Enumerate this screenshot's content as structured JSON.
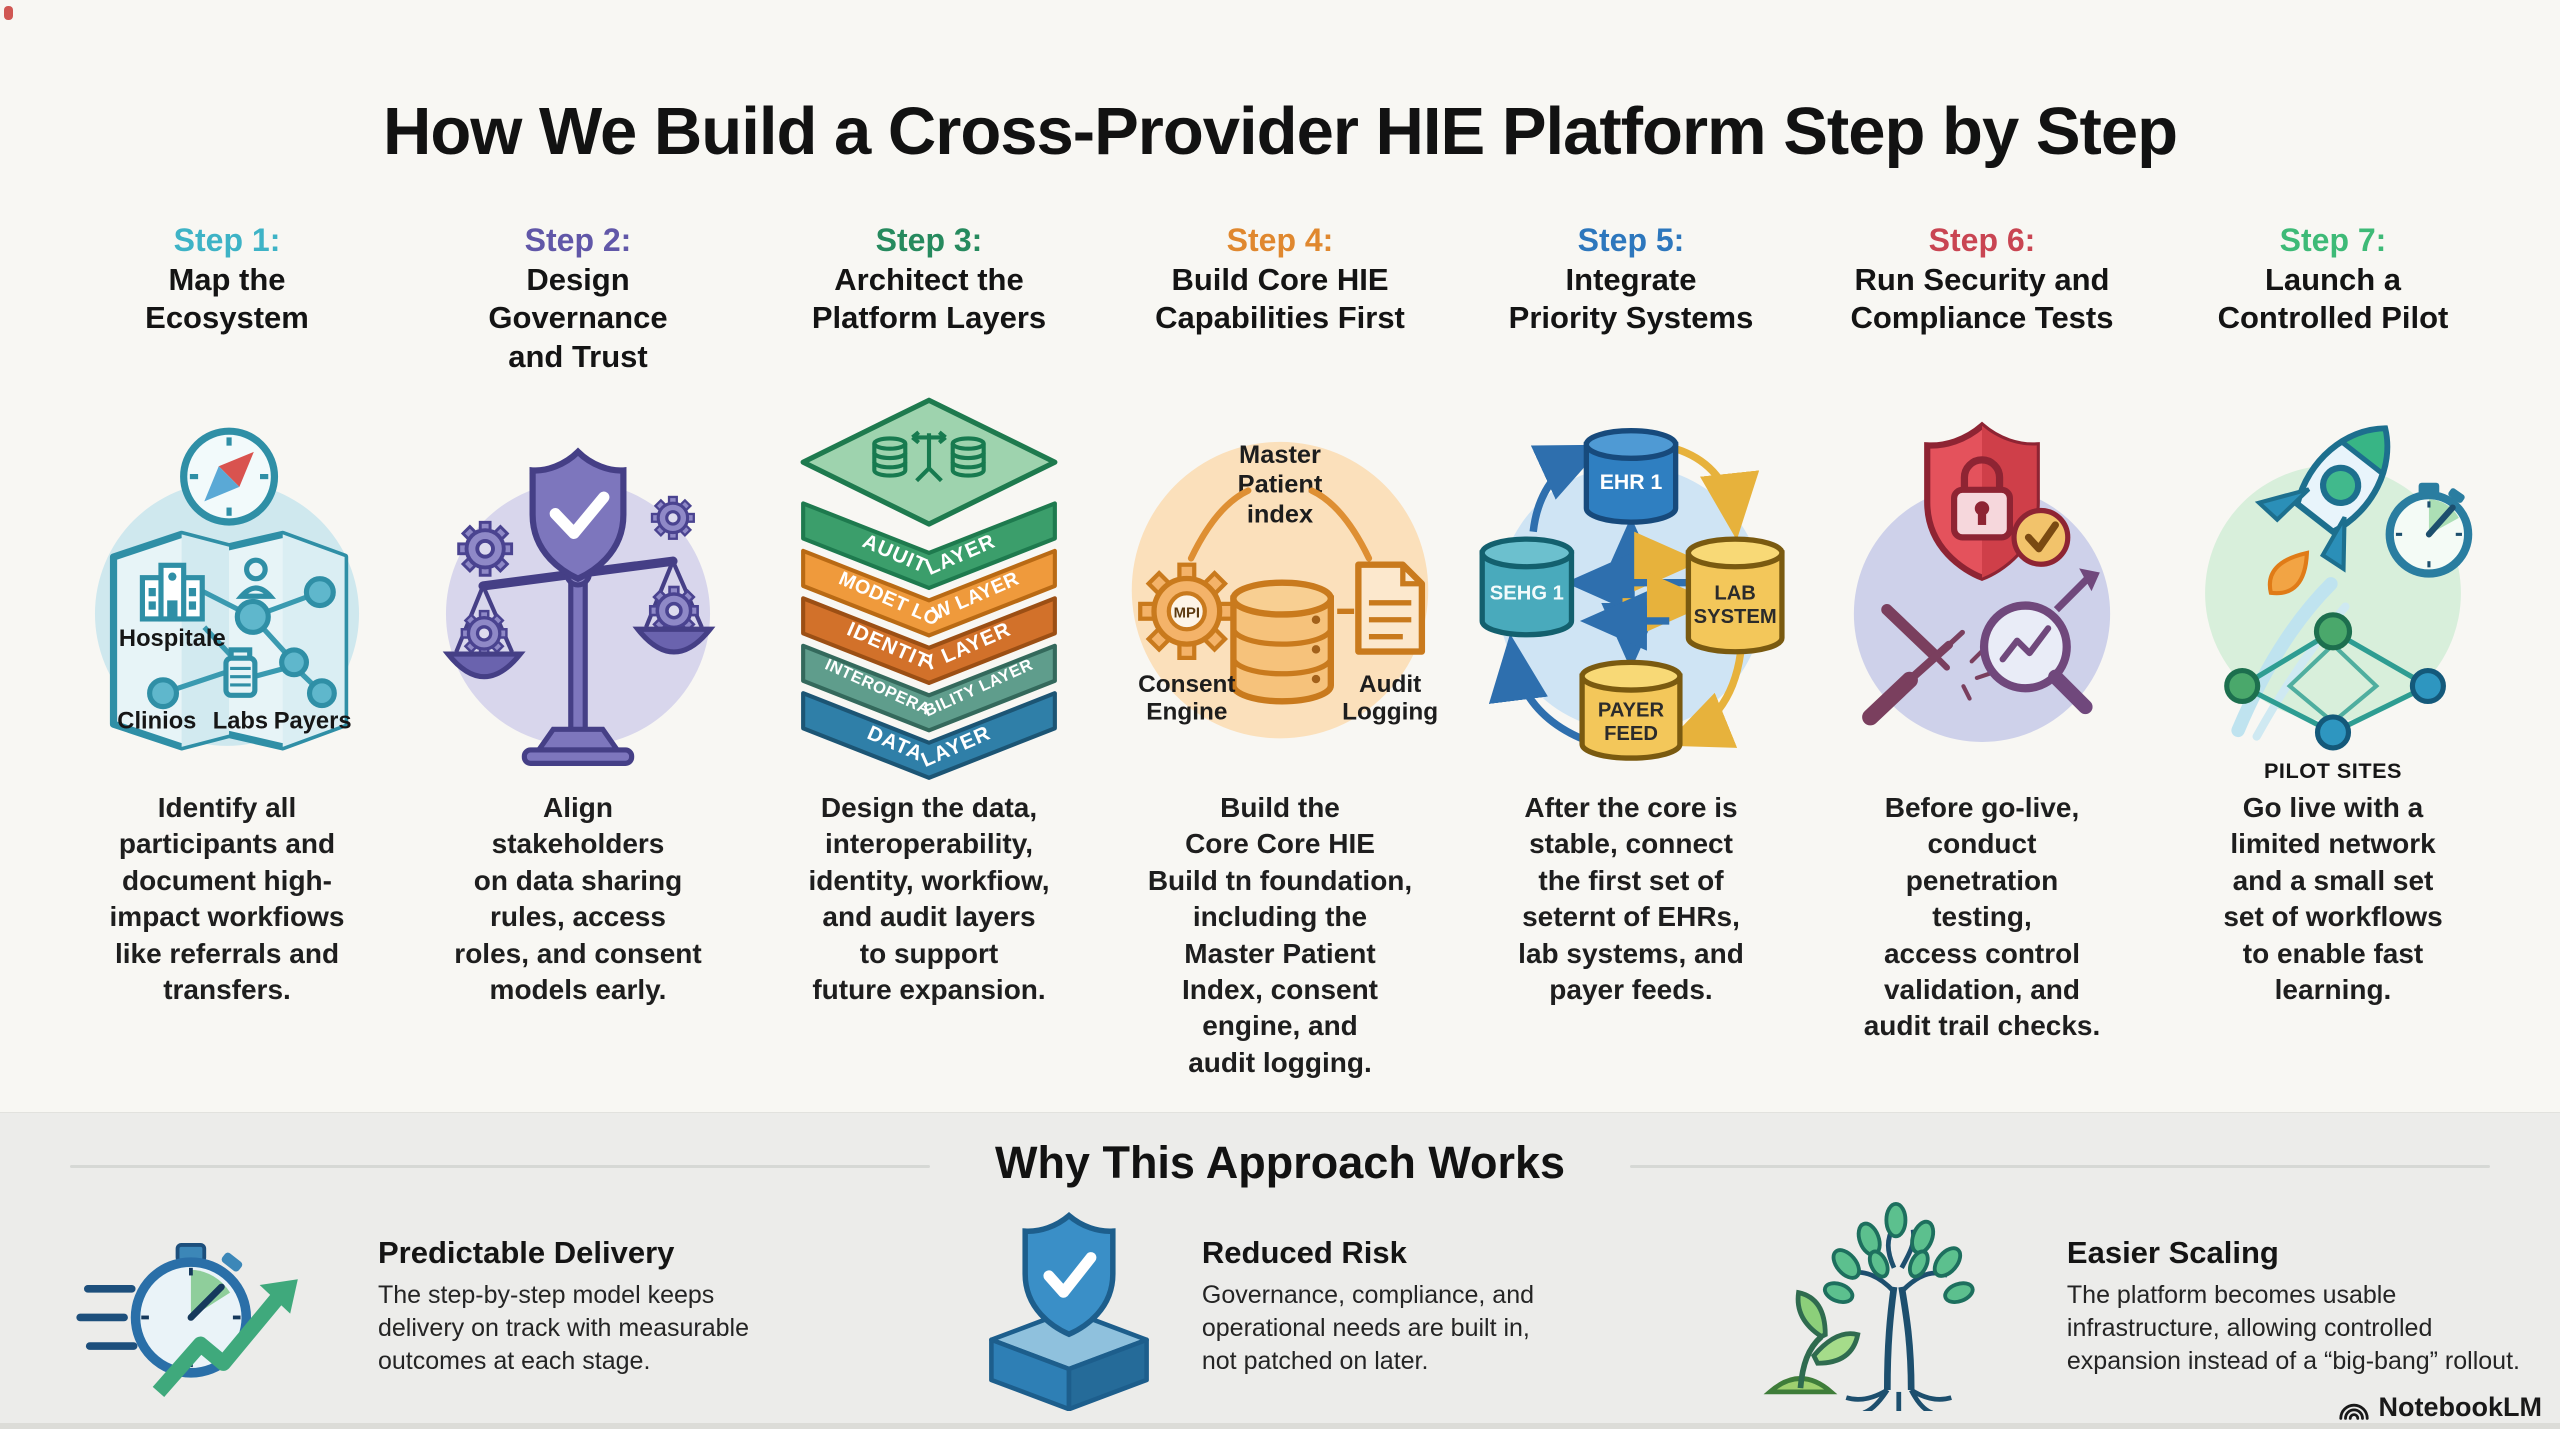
{
  "title": "How We Build a Cross-Provider HIE Platform Step by Step",
  "steps": [
    {
      "label": "Step 1:",
      "color": "#3eb3c6",
      "title": "Map the\nEcosystem",
      "description": "Identify all\nparticipants and\ndocument high-\nimpact workfiows\nlike referrals and\ntransfers.",
      "icon": {
        "map_labels": [
          "Hospitale",
          "Clinios",
          "Labs",
          "Payers"
        ]
      }
    },
    {
      "label": "Step 2:",
      "color": "#6157a8",
      "title": "Design\nGovernance\nand Trust",
      "description": "Align\nstakeholders\non data sharing\nrules, access\nroles, and consent\nmodels early."
    },
    {
      "label": "Step 3:",
      "color": "#268a5e",
      "title": "Architect the\nPlatform Layers",
      "description": "Design the data,\ninteroperability,\nidentity, workfiow,\nand audit layers\nto support\nfuture expansion.",
      "icon": {
        "layers": [
          "AUUIT LAYER",
          "MODET LOW LAYER",
          "IDENTITY LAYER",
          "INTEROPERABILITY LAYER",
          "DATA LAYER"
        ]
      }
    },
    {
      "label": "Step 4:",
      "color": "#e0882f",
      "title": "Build Core HIE\nCapabilities First",
      "description": "Build the\nCore Core HIE\nBuild tn foundation,\nincluding the\nMaster Patient\nIndex, consent\nengine, and\naudit logging.",
      "icon": {
        "center_lines": [
          "Master",
          "Patient",
          "index"
        ],
        "gear_label": "MPI",
        "left_caption_lines": [
          "Consent",
          "Engine"
        ],
        "right_caption_lines": [
          "Audit",
          "Logging"
        ]
      }
    },
    {
      "label": "Step 5:",
      "color": "#2d77bd",
      "title": "Integrate\nPriority Systems",
      "description": "After the core is\nstable, connect\nthe first set of\nseternt of EHRs,\nlab systems, and\npayer feeds.",
      "icon": {
        "top": "EHR 1",
        "left": "SEHG 1",
        "right_lines": [
          "LAB",
          "SYSTEM"
        ],
        "bottom_lines": [
          "PAYER",
          "FEED"
        ]
      }
    },
    {
      "label": "Step 6:",
      "color": "#c94552",
      "title": "Run Security and\nCompliance Tests",
      "description": "Before go-live,\nconduct\npenetration\ntesting,\naccess control\nvalidation, and\naudit trail checks."
    },
    {
      "label": "Step 7:",
      "color": "#3eba77",
      "title": "Launch a\nControlled Pilot",
      "description": "Go live with a\nlimited network\nand a small set\nset of workflows\nto enable fast\nlearning.",
      "icon": {
        "caption": "PILOT SITES"
      }
    }
  ],
  "why": {
    "heading": "Why This Approach Works",
    "benefits": [
      {
        "title": "Predictable Delivery",
        "text": "The step-by-step model keeps\ndelivery on track with measurable\noutcomes at each stage."
      },
      {
        "title": "Reduced Risk",
        "text": "Governance, compliance, and\noperational needs are built in,\nnot patched on later."
      },
      {
        "title": "Easier Scaling",
        "text": "The platform becomes usable\ninfrastructure, allowing controlled\nexpansion instead of a “big-bang” rollout."
      }
    ]
  },
  "watermark": "NotebookLM"
}
